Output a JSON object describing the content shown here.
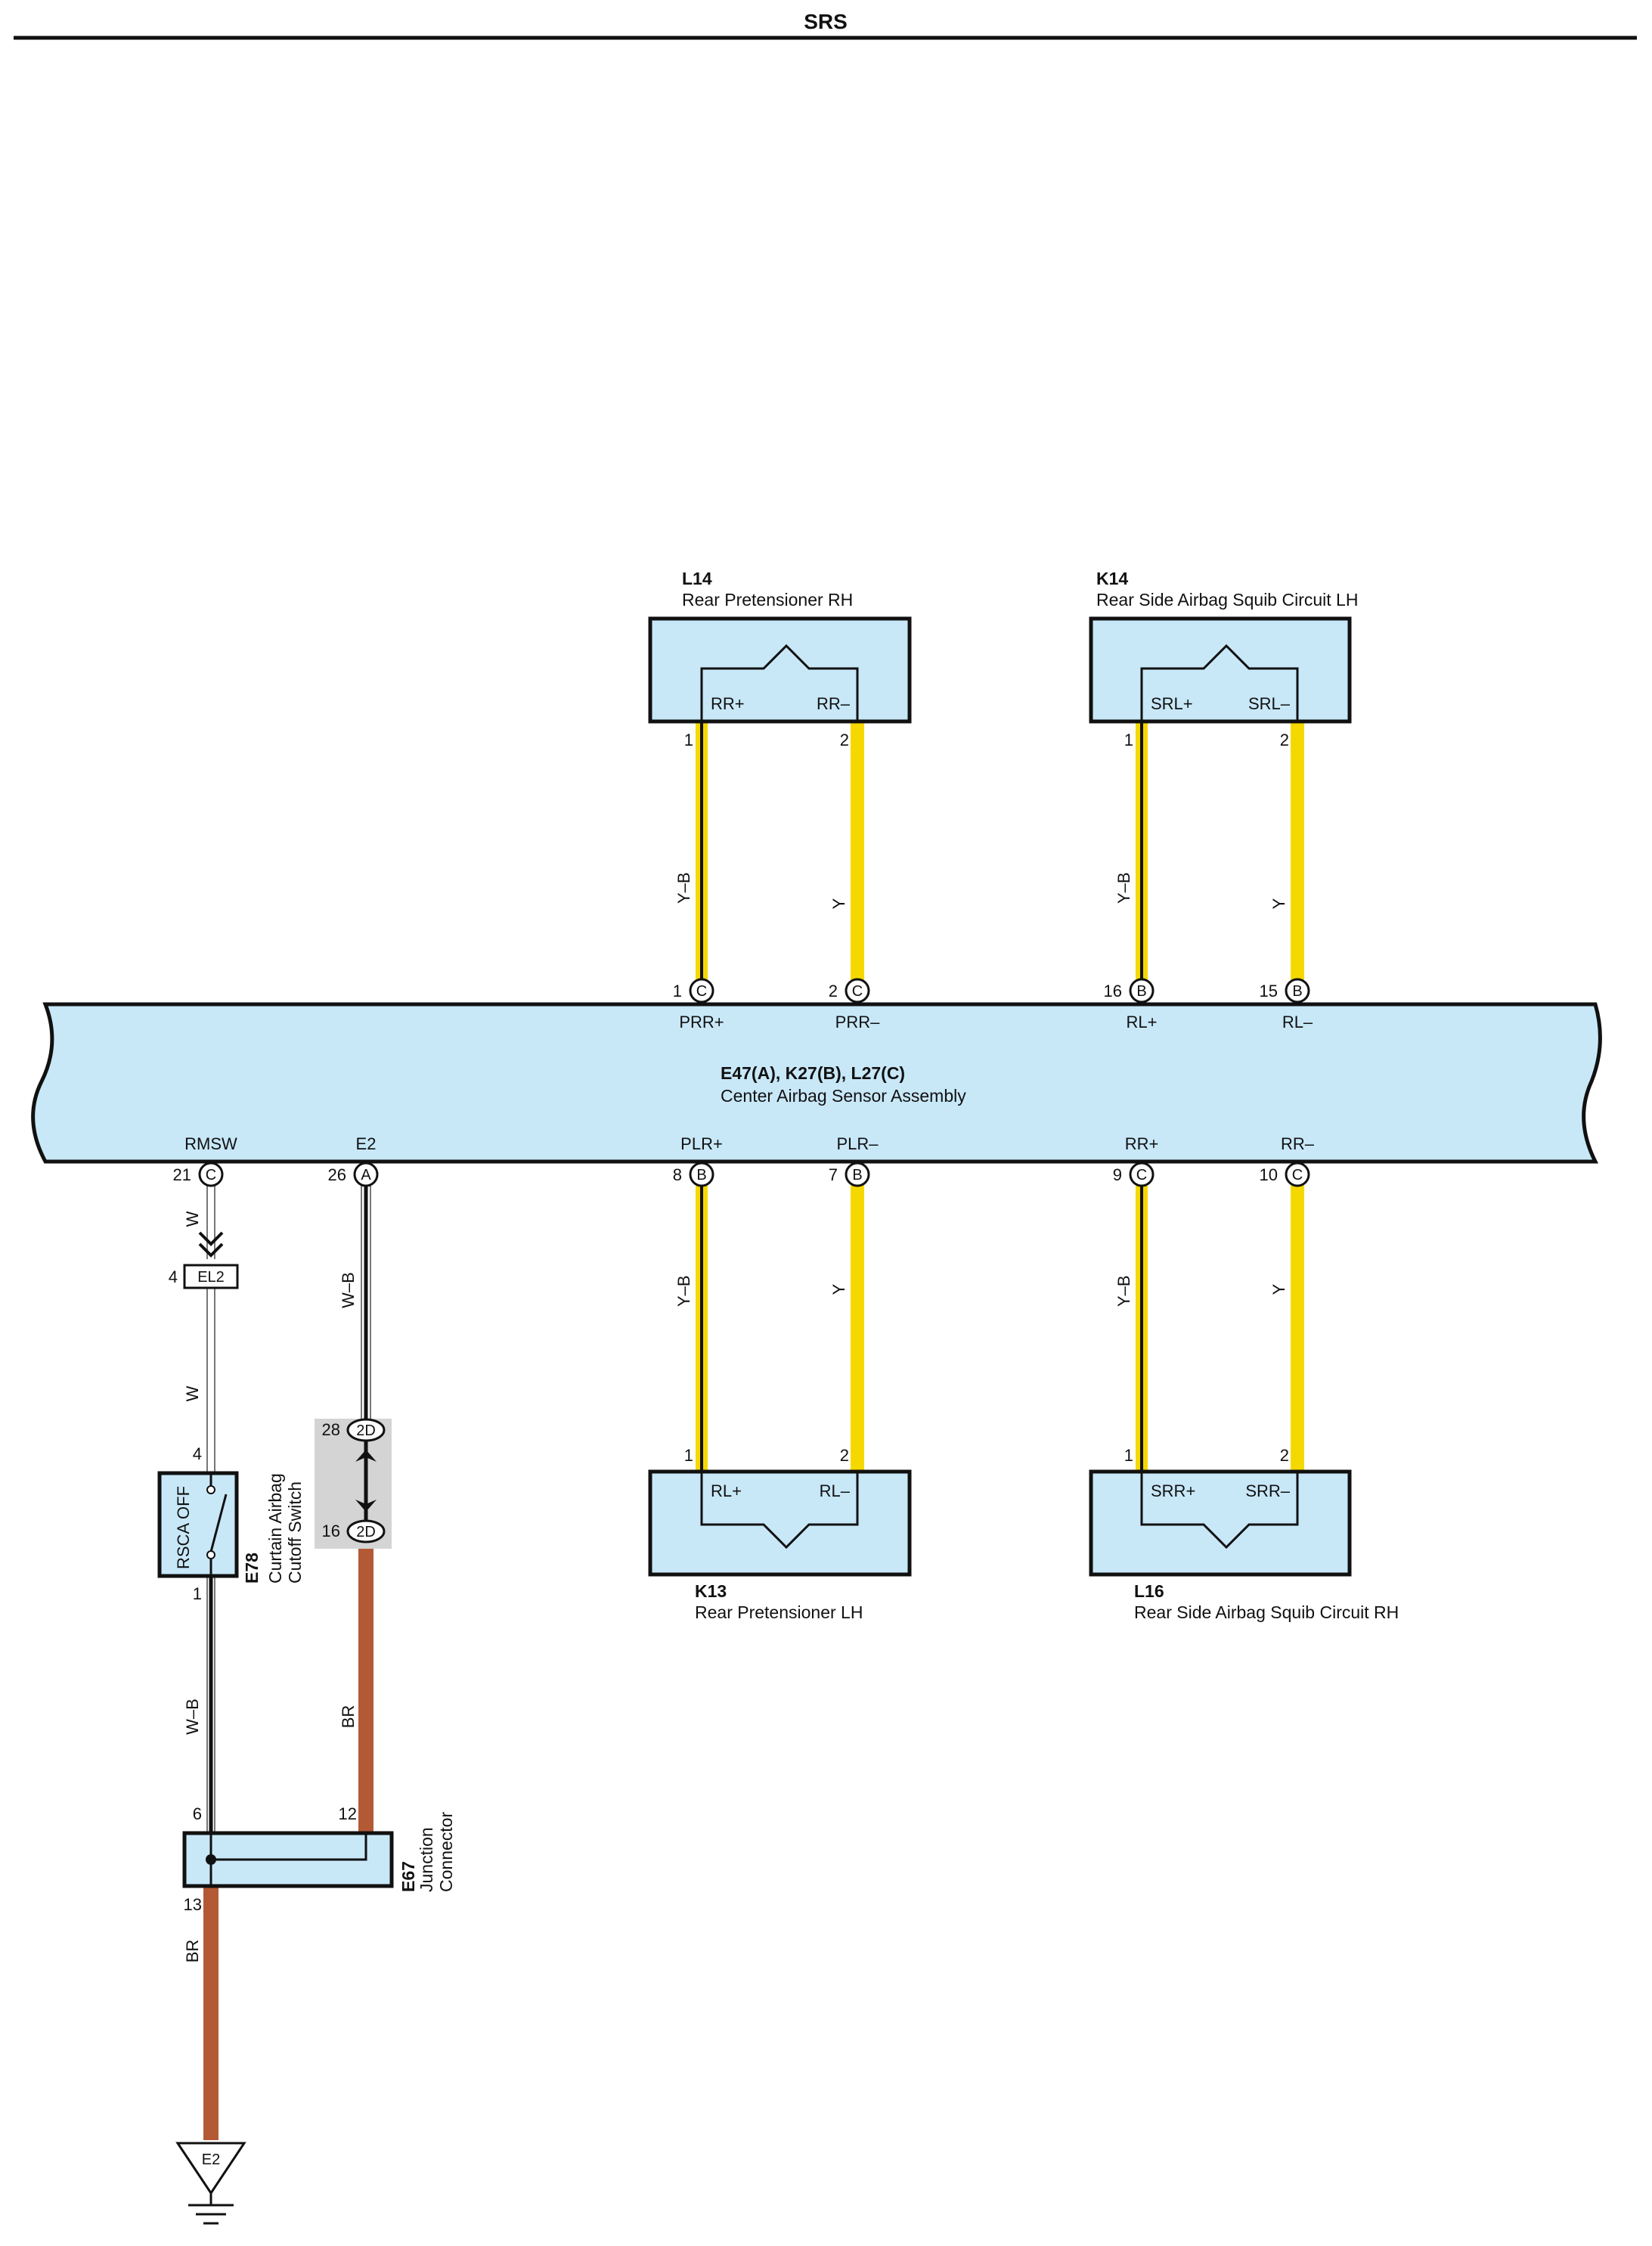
{
  "header": {
    "title": "SRS"
  },
  "ecu": {
    "code": "E47(A), K27(B), L27(C)",
    "name": "Center Airbag Sensor Assembly",
    "top_terminals": [
      "PRR+",
      "PRR–",
      "RL+",
      "RL–"
    ],
    "bottom_terminals": [
      "RMSW",
      "E2",
      "PLR+",
      "PLR–",
      "RR+",
      "RR–"
    ],
    "top_pins": [
      {
        "pin": "1",
        "conn": "C"
      },
      {
        "pin": "2",
        "conn": "C"
      },
      {
        "pin": "16",
        "conn": "B"
      },
      {
        "pin": "15",
        "conn": "B"
      }
    ],
    "bottom_pins": [
      {
        "pin": "21",
        "conn": "C"
      },
      {
        "pin": "26",
        "conn": "A"
      },
      {
        "pin": "8",
        "conn": "B"
      },
      {
        "pin": "7",
        "conn": "B"
      },
      {
        "pin": "9",
        "conn": "C"
      },
      {
        "pin": "10",
        "conn": "C"
      }
    ]
  },
  "devices": {
    "l14": {
      "code": "L14",
      "name": "Rear Pretensioner RH",
      "term1": "RR+",
      "term2": "RR–",
      "pin1": "1",
      "pin2": "2",
      "wire1": "Y–B",
      "wire2": "Y"
    },
    "k14": {
      "code": "K14",
      "name": "Rear Side Airbag Squib Circuit LH",
      "term1": "SRL+",
      "term2": "SRL–",
      "pin1": "1",
      "pin2": "2",
      "wire1": "Y–B",
      "wire2": "Y"
    },
    "k13": {
      "code": "K13",
      "name": "Rear Pretensioner LH",
      "term1": "RL+",
      "term2": "RL–",
      "pin1": "1",
      "pin2": "2",
      "wire1": "Y–B",
      "wire2": "Y"
    },
    "l16": {
      "code": "L16",
      "name": "Rear Side Airbag Squib Circuit RH",
      "term1": "SRR+",
      "term2": "SRR–",
      "pin1": "1",
      "pin2": "2",
      "wire1": "Y–B",
      "wire2": "Y"
    }
  },
  "left_circuit": {
    "wire_w1": "W",
    "el2_pin": "4",
    "el2_label": "EL2",
    "wire_w2": "W",
    "switch_pin_top": "4",
    "switch_label": "RSCA OFF",
    "switch_pin_bottom": "1",
    "switch_code": "E78",
    "switch_name_1": "Curtain Airbag",
    "switch_name_2": "Cutoff Switch",
    "wire_wb_lower": "W–B",
    "e2_wire": "W–B",
    "conn2d_pin_top": "28",
    "conn2d_pin_bottom": "16",
    "conn2d_label": "2D",
    "wire_br_upper": "BR",
    "jc_pin_left": "6",
    "jc_pin_right": "12",
    "jc_pin_out": "13",
    "jc_code": "E67",
    "jc_name_1": "Junction",
    "jc_name_2": "Connector",
    "wire_br_ground": "BR",
    "ground_label": "E2"
  },
  "colors": {
    "ecu_fill": "#c8e8f8",
    "wire_yellow": "#f5d800",
    "wire_brown": "#b35a35",
    "stroke": "#111111"
  }
}
